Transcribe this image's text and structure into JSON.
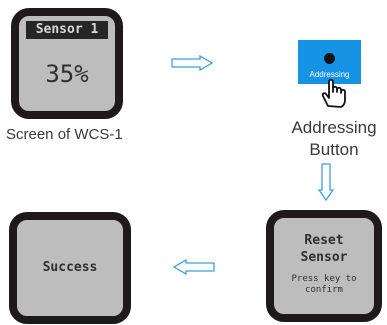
{
  "screens": {
    "sensor": {
      "title": "Sensor 1",
      "value": "35%"
    },
    "reset": {
      "line1": "Reset",
      "line2": "Sensor",
      "line3": "Press key to",
      "line4": "confirm"
    },
    "success": {
      "text": "Success"
    }
  },
  "button": {
    "label": "Addressing"
  },
  "captions": {
    "screen": "Screen of WCS-1",
    "button_line1": "Addressing",
    "button_line2": "Button"
  },
  "colors": {
    "arrow": "#3aa0e0",
    "button": "#1793e6",
    "lcd": "#bdbdbd",
    "bezel": "#1e1a1b"
  },
  "icons": [
    "hand-pointer-icon"
  ]
}
